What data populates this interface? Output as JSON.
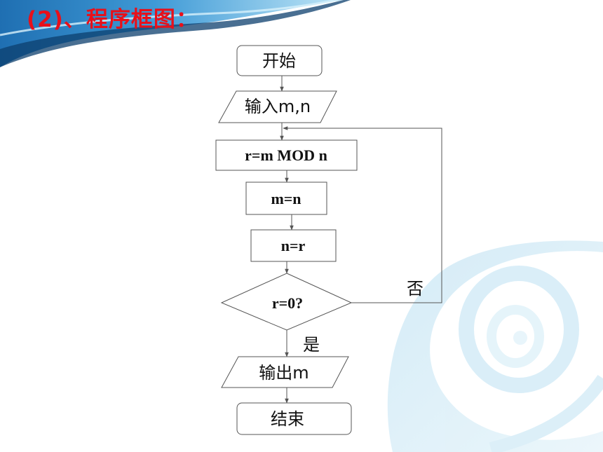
{
  "title": "(2)、程序框图：",
  "colors": {
    "title": "#e8101a",
    "banner_dark": "#1f6fb2",
    "banner_light": "#8fd0ef"
  },
  "flowchart": {
    "nodes": [
      {
        "id": "start",
        "shape": "rounded-rect",
        "label": "开始"
      },
      {
        "id": "input",
        "shape": "parallelogram",
        "label": "输入m,n"
      },
      {
        "id": "mod",
        "shape": "rect",
        "label": "r=m MOD n"
      },
      {
        "id": "assign_m",
        "shape": "rect",
        "label": "m=n"
      },
      {
        "id": "assign_n",
        "shape": "rect",
        "label": "n=r"
      },
      {
        "id": "check",
        "shape": "diamond",
        "label": "r=0?"
      },
      {
        "id": "output",
        "shape": "parallelogram",
        "label": "输出m"
      },
      {
        "id": "end",
        "shape": "rounded-rect",
        "label": "结束"
      }
    ],
    "edges": [
      {
        "from": "start",
        "to": "input",
        "label": ""
      },
      {
        "from": "input",
        "to": "mod",
        "label": ""
      },
      {
        "from": "mod",
        "to": "assign_m",
        "label": ""
      },
      {
        "from": "assign_m",
        "to": "assign_n",
        "label": ""
      },
      {
        "from": "assign_n",
        "to": "check",
        "label": ""
      },
      {
        "from": "check",
        "to": "output",
        "label": "是"
      },
      {
        "from": "check",
        "to": "mod",
        "label": "否"
      },
      {
        "from": "output",
        "to": "end",
        "label": ""
      }
    ]
  }
}
